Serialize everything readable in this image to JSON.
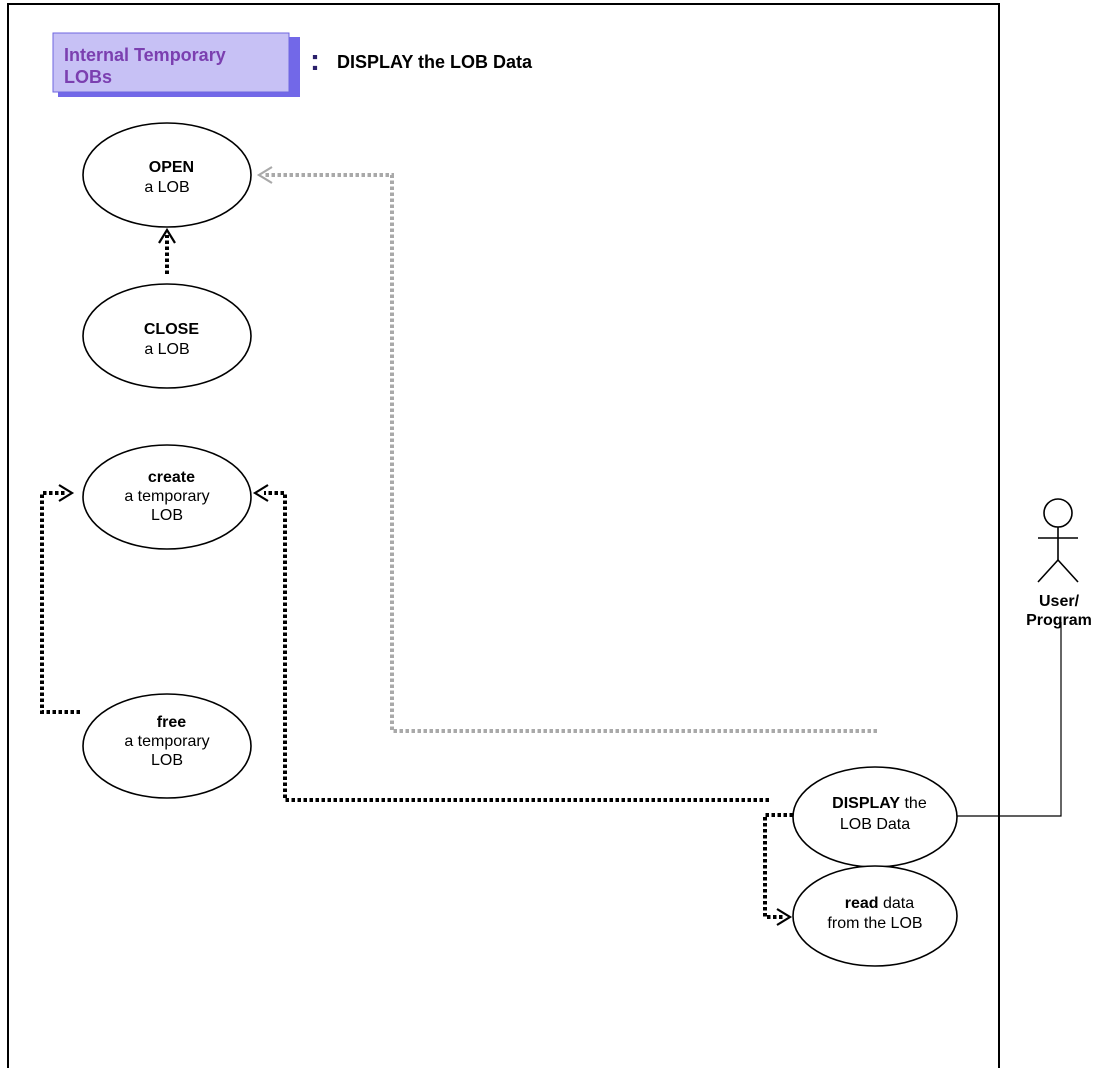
{
  "header": {
    "tag_line1": "Internal Temporary",
    "tag_line2": "LOBs",
    "separator": ":",
    "title": "DISPLAY the LOB Data"
  },
  "use_cases": {
    "open": {
      "bold": "OPEN",
      "line2": "a LOB"
    },
    "close": {
      "bold": "CLOSE",
      "line2": "a LOB"
    },
    "create": {
      "bold": "create",
      "line2": "a temporary",
      "line3": "LOB"
    },
    "free": {
      "bold": "free",
      "line2": "a temporary",
      "line3": "LOB"
    },
    "display": {
      "bold": "DISPLAY",
      "rest1": " the",
      "line2": "LOB Data"
    },
    "read": {
      "bold": "read",
      "rest1": " data",
      "line2": "from the LOB"
    }
  },
  "actor": {
    "line1": "User/",
    "line2": "Program"
  },
  "colors": {
    "tag_fill": "#c7c1f5",
    "tag_shadow": "#7268e8",
    "tag_text": "#7b3fb0",
    "dependency": "#000000",
    "dependency_secondary": "#a9a9a9"
  }
}
